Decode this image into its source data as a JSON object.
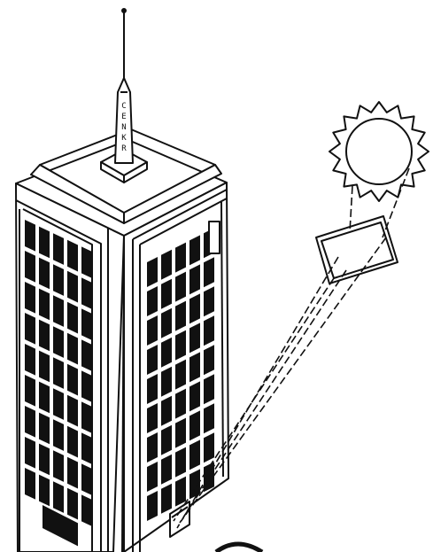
{
  "colors": {
    "ink": "#111111",
    "paper": "#ffffff"
  },
  "scene": {
    "antenna_lettering": "CENKR",
    "elements": [
      "building",
      "antenna",
      "sun",
      "mirror",
      "reflected-light-beam",
      "window-grids"
    ],
    "window_grid_left": {
      "rows": 9,
      "columns": 5
    },
    "window_grid_right": {
      "rows": 9,
      "columns": 5
    }
  }
}
